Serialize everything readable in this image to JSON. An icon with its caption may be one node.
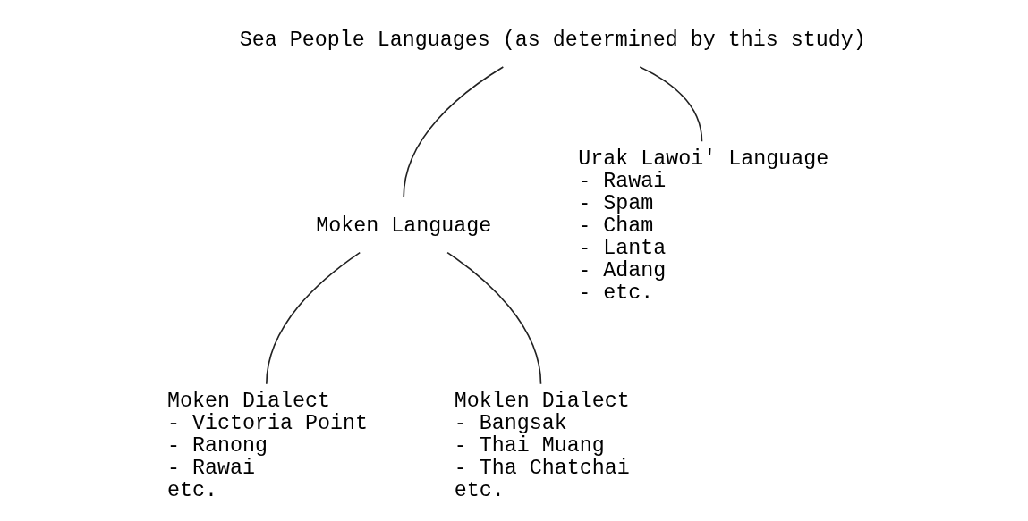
{
  "diagram": {
    "nodes": [
      {
        "text": [
          "Sea People Languages (as determined by this study)"
        ]
      },
      {
        "text": [
          "Moken Language"
        ]
      },
      {
        "text": [
          "Urak Lawoi' Language",
          "- Rawai",
          "- Spam",
          "- Cham",
          "- Lanta",
          "- Adang",
          "- etc."
        ]
      },
      {
        "text": [
          "Moken Dialect",
          "- Victoria Point",
          "- Ranong",
          "- Rawai",
          "etc."
        ]
      },
      {
        "text": [
          "Moklen Dialect",
          "- Bangsak",
          "- Thai Muang",
          "- Tha Chatchai",
          "etc."
        ]
      }
    ],
    "edges": [
      {
        "from": 0,
        "to": 1,
        "arrow": "none"
      },
      {
        "from": 0,
        "to": 2,
        "arrow": "none"
      },
      {
        "from": 1,
        "to": 3,
        "arrow": "none"
      },
      {
        "from": 1,
        "to": 4,
        "arrow": "none"
      }
    ]
  }
}
